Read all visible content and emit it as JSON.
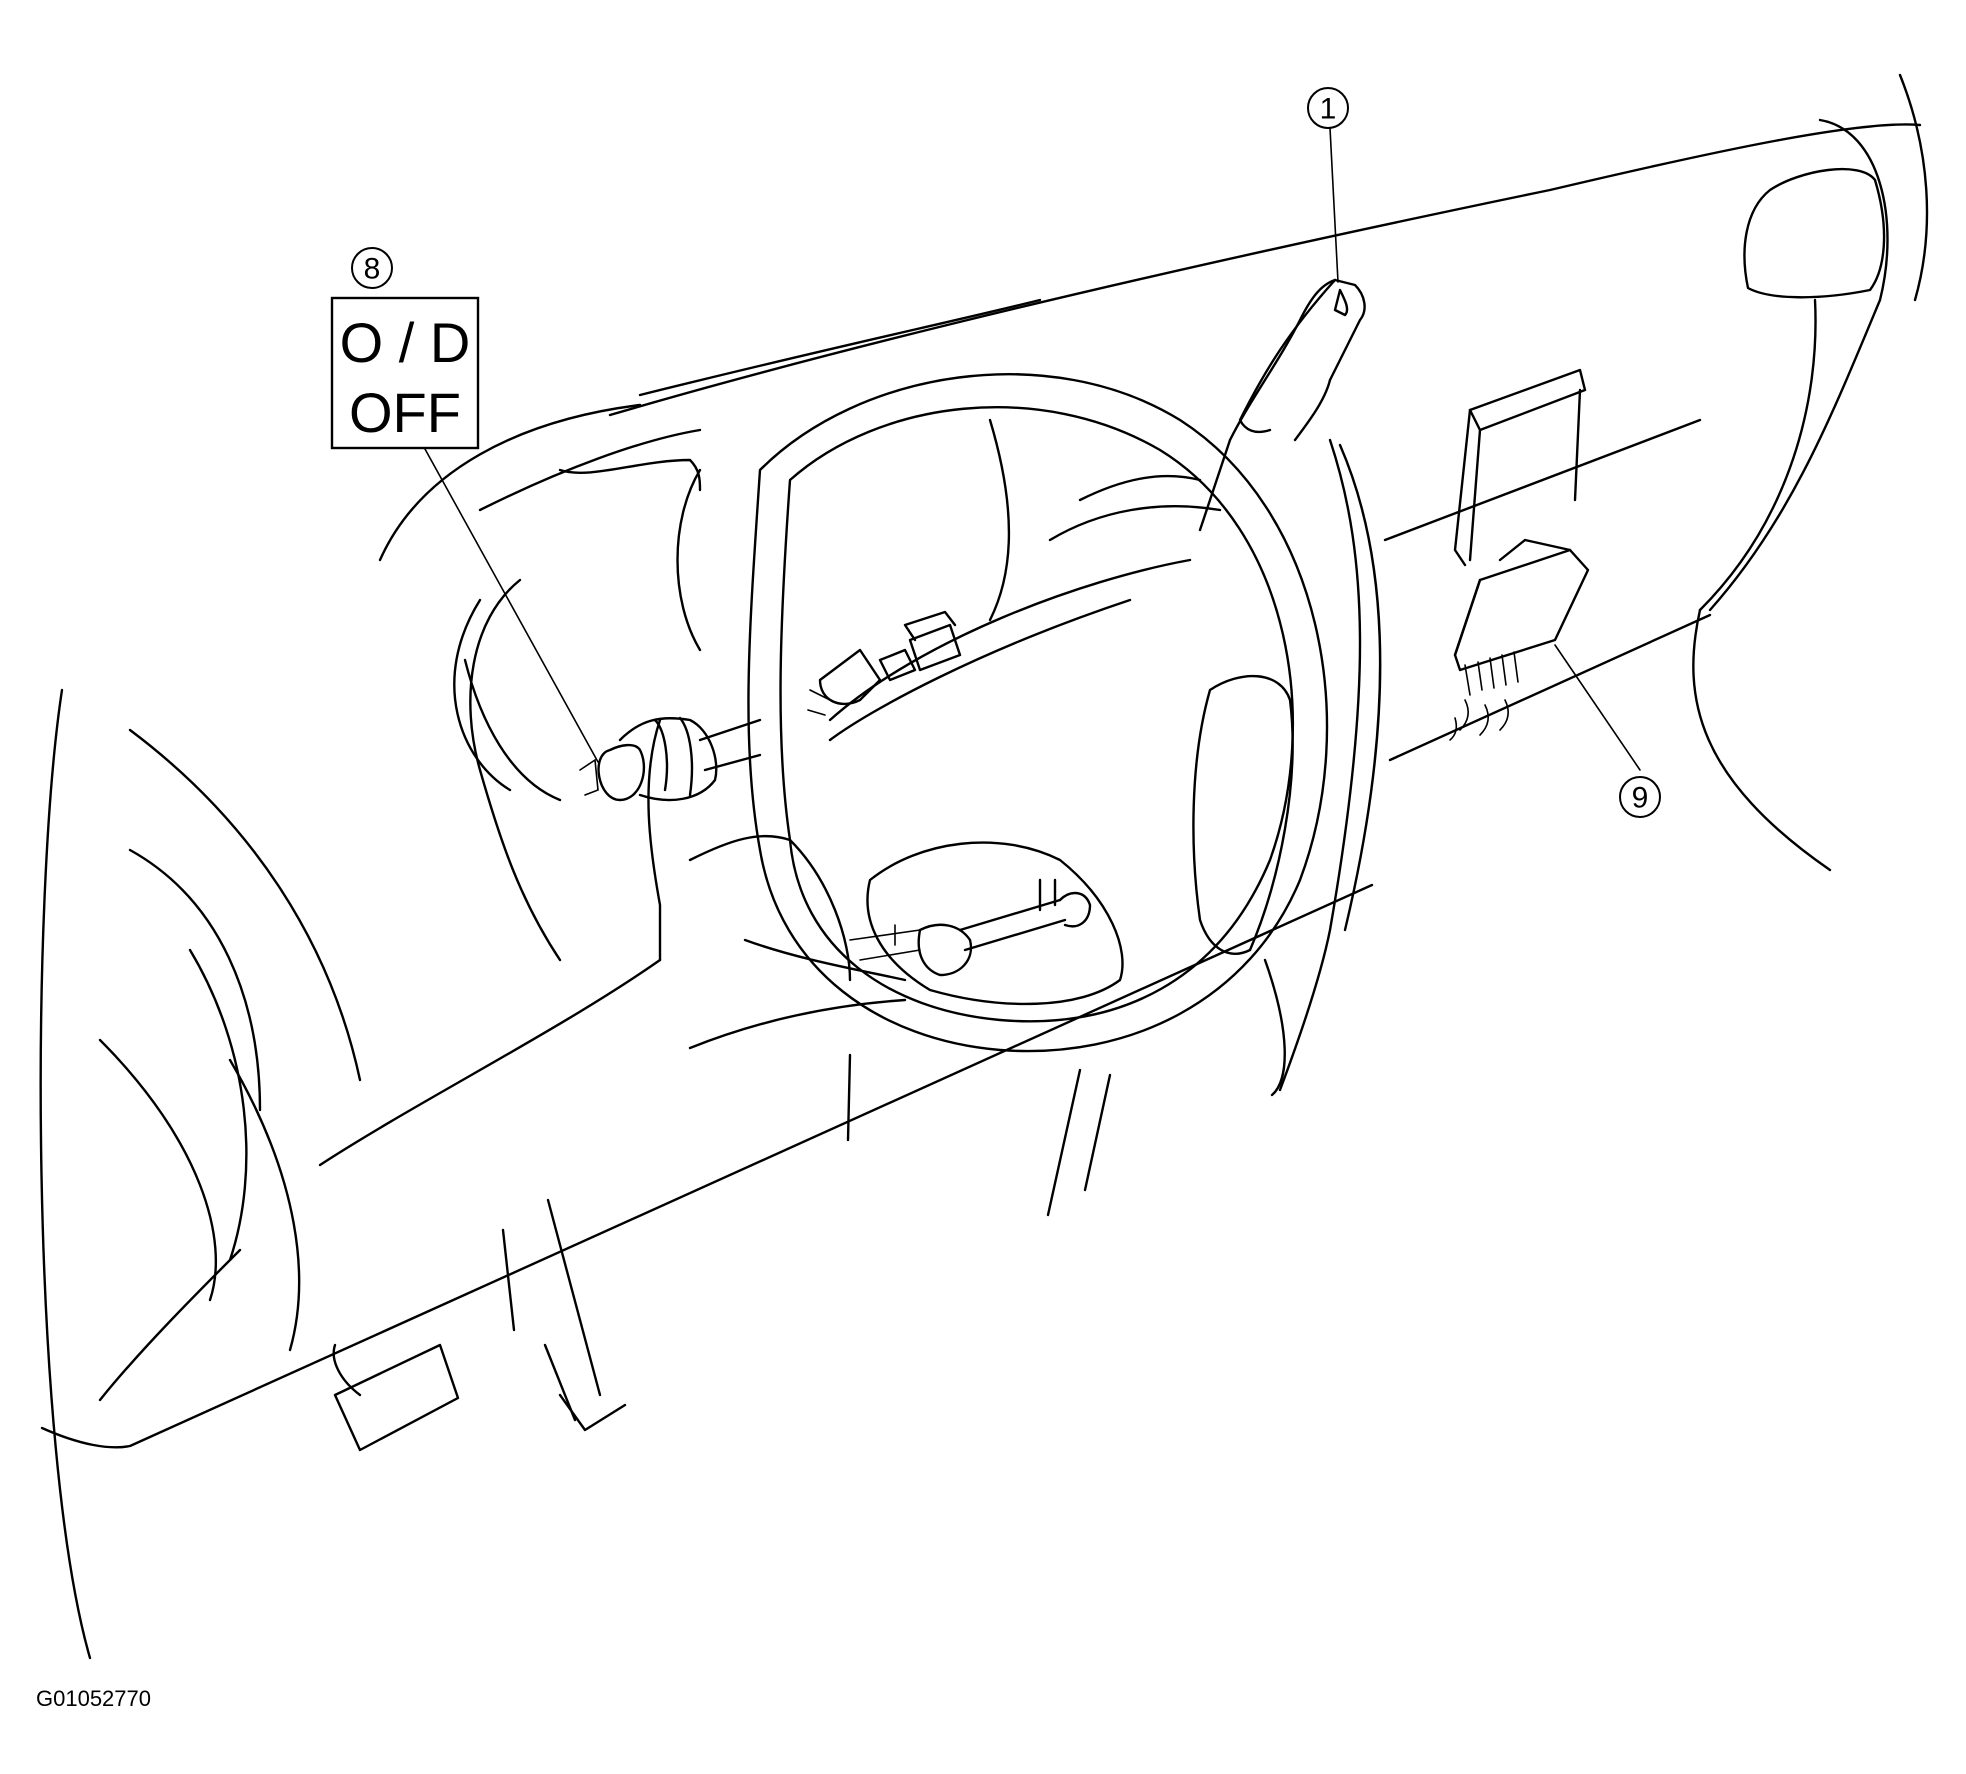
{
  "callouts": {
    "c1": "1",
    "c8": "8",
    "c9": "9"
  },
  "od_switch_label": {
    "line1": "O / D",
    "line2": "OFF"
  },
  "figure_id": "G01052770"
}
